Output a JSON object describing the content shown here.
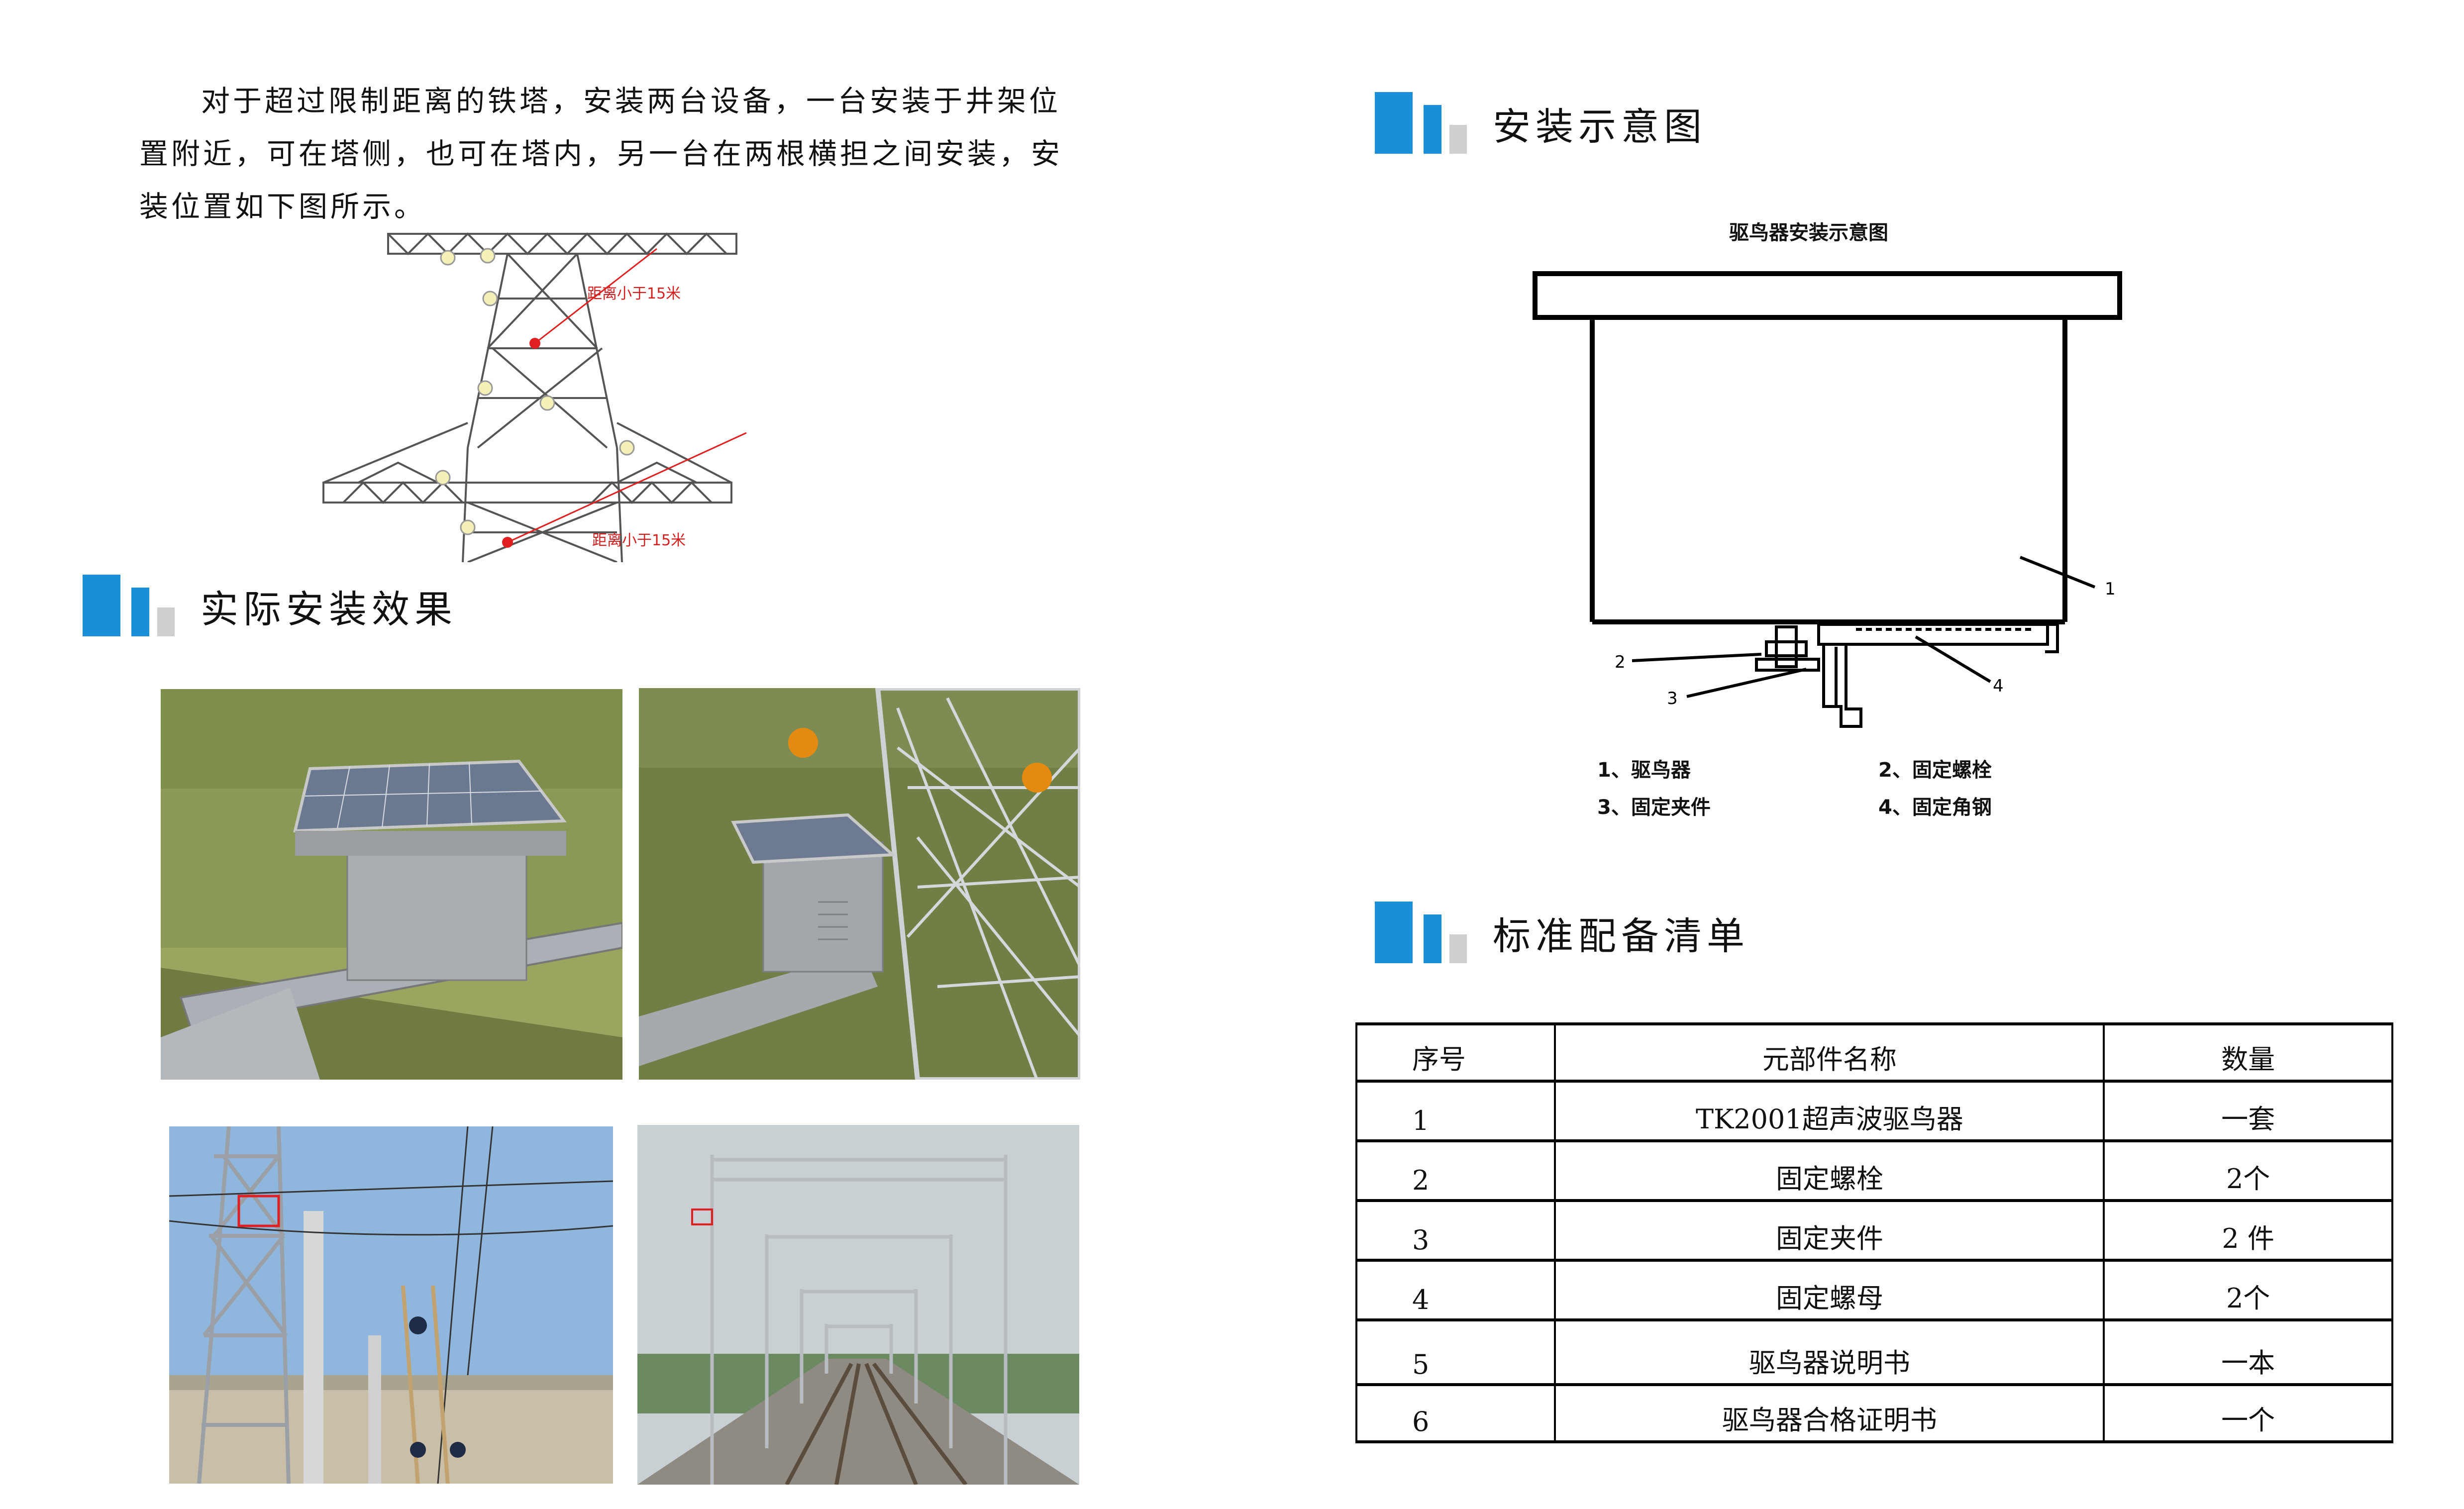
{
  "intro_text": "对于超过限制距离的铁塔，安装两台设备，一台安装于井架位置附近，可在塔侧，也可在塔内，另一台在两根横担之间安装，安装位置如下图所示。",
  "tower_figure": {
    "label_upper": "距离小于15米",
    "label_lower": "距离小于15米"
  },
  "sections": {
    "actual": "实际安装效果",
    "diagram": "安装示意图",
    "list": "标准配备清单"
  },
  "diagram": {
    "title": "驱鸟器安装示意图",
    "callouts": [
      "1",
      "2",
      "3",
      "4"
    ],
    "legend": [
      "1、驱鸟器",
      "2、固定螺栓",
      "3、固定夹件",
      "4、固定角钢"
    ]
  },
  "table": {
    "headers": [
      "序号",
      "元部件名称",
      "数量"
    ],
    "rows": [
      [
        "1",
        "TK2001超声波驱鸟器",
        "一套"
      ],
      [
        "2",
        "固定螺栓",
        "2个"
      ],
      [
        "3",
        "固定夹件",
        "2 件"
      ],
      [
        "4",
        "固定螺母",
        "2个"
      ],
      [
        "5",
        "驱鸟器说明书",
        "一本"
      ],
      [
        "6",
        "驱鸟器合格证明书",
        "一个"
      ]
    ]
  },
  "colors": {
    "accent": "#1a8fd8",
    "accent_grey": "#cfcfcf",
    "marker_red": "#e02020"
  }
}
